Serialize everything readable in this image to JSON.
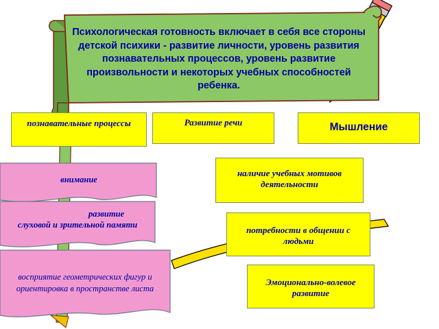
{
  "header": {
    "text": "Психологическая готовность включает в себя все стороны детской психики -  развитие личности, уровень развития познавательных процессов, уровень развитие произвольности и некоторых учебных способностей ребенка."
  },
  "boxes": {
    "cognitive": "познавательные процессы",
    "speech": "Развитие речи",
    "thinking": "Мышление",
    "motives": "наличие учебных мотивов деятельности",
    "communication": "потребности в общении с людьми",
    "emotional": "Эмоционально-волевое развитие"
  },
  "pink": {
    "attention": "внимание",
    "memory_1": "развитие",
    "memory_2": "слуховой и зрительной памяти",
    "perception": "восприятие геометрических фигур и ориентировка в пространстве листа"
  },
  "colors": {
    "scroll_green": "#8dc866",
    "box_yellow": "#ffff00",
    "note_pink": "#f29ad0",
    "text_blue": "#0000a0"
  }
}
